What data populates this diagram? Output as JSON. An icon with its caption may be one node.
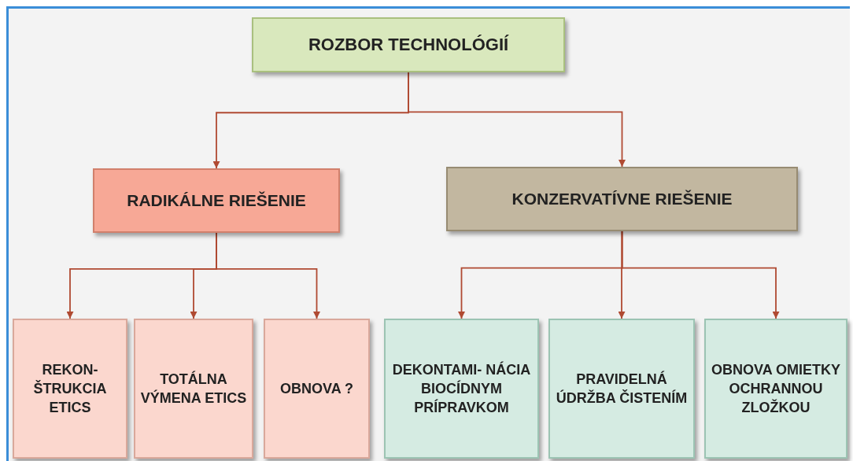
{
  "diagram": {
    "nodes": [
      {
        "text": [
          "ROZBOR TECHNOLÓGIÍ"
        ]
      },
      {
        "text": [
          "RADIKÁLNE RIEŠENIE"
        ]
      },
      {
        "text": [
          "KONZERVATÍVNE RIEŠENIE"
        ]
      },
      {
        "text": [
          "REKON- ŠTRUKCIA ETICS"
        ]
      },
      {
        "text": [
          "TOTÁLNA VÝMENA ETICS"
        ]
      },
      {
        "text": [
          "OBNOVA ?"
        ]
      },
      {
        "text": [
          "DEKONTAMI- NÁCIA BIOCÍDNYM PRÍPRAVKOM"
        ]
      },
      {
        "text": [
          "PRAVIDELNÁ ÚDRŽBA ČISTENÍM"
        ]
      },
      {
        "text": [
          "OBNOVA OMIETKY OCHRANNOU ZLOŽKOU"
        ]
      }
    ],
    "edges": [
      {
        "from": 0,
        "to": 1,
        "arrow": "to"
      },
      {
        "from": 0,
        "to": 2,
        "arrow": "to"
      },
      {
        "from": 1,
        "to": 3,
        "arrow": "to"
      },
      {
        "from": 1,
        "to": 4,
        "arrow": "to"
      },
      {
        "from": 1,
        "to": 5,
        "arrow": "to"
      },
      {
        "from": 2,
        "to": 6,
        "arrow": "to"
      },
      {
        "from": 2,
        "to": 7,
        "arrow": "to"
      },
      {
        "from": 2,
        "to": 8,
        "arrow": "to"
      }
    ]
  }
}
